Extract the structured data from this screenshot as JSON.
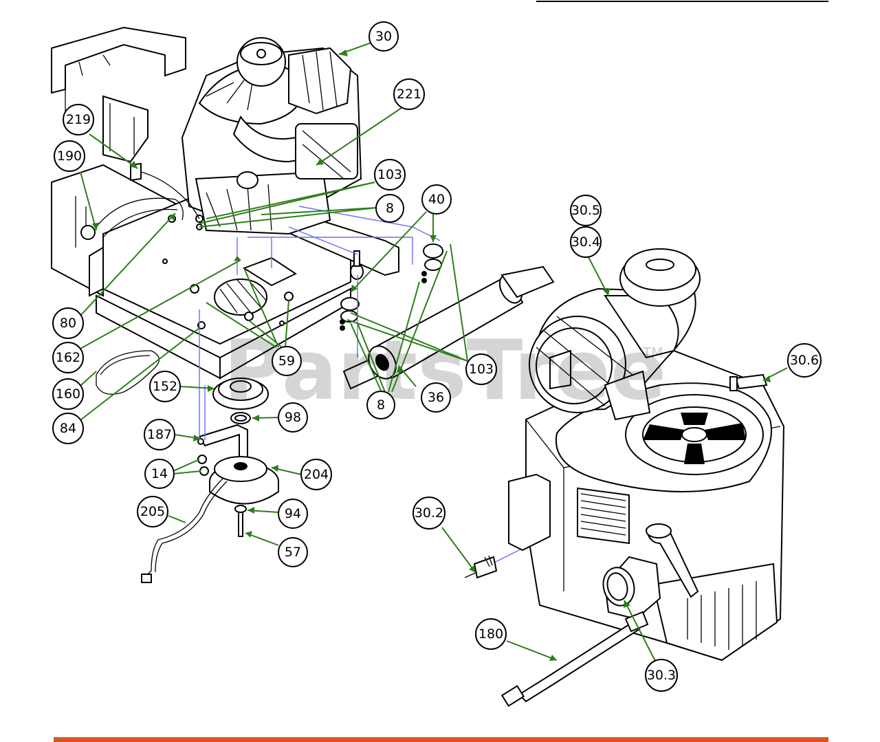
{
  "watermark": {
    "text": "PartsTree",
    "trademark": "TM"
  },
  "colors": {
    "leader": "#2e7d1a",
    "bottom_bar": "#d9571e",
    "hidden_line": "#6b6bff"
  },
  "callouts": {
    "c30": "30",
    "c221": "221",
    "c219": "219",
    "c190": "190",
    "c103a": "103",
    "c8a": "8",
    "c40": "40",
    "c80": "80",
    "c162": "162",
    "c59": "59",
    "c103b": "103",
    "c160": "160",
    "c152": "152",
    "c36": "36",
    "c8b": "8",
    "c84": "84",
    "c98": "98",
    "c187": "187",
    "c14": "14",
    "c204": "204",
    "c205": "205",
    "c94": "94",
    "c57": "57",
    "c30_5": "30.5",
    "c30_4": "30.4",
    "c30_6": "30.6",
    "c30_2": "30.2",
    "c180": "180",
    "c30_3": "30.3"
  }
}
